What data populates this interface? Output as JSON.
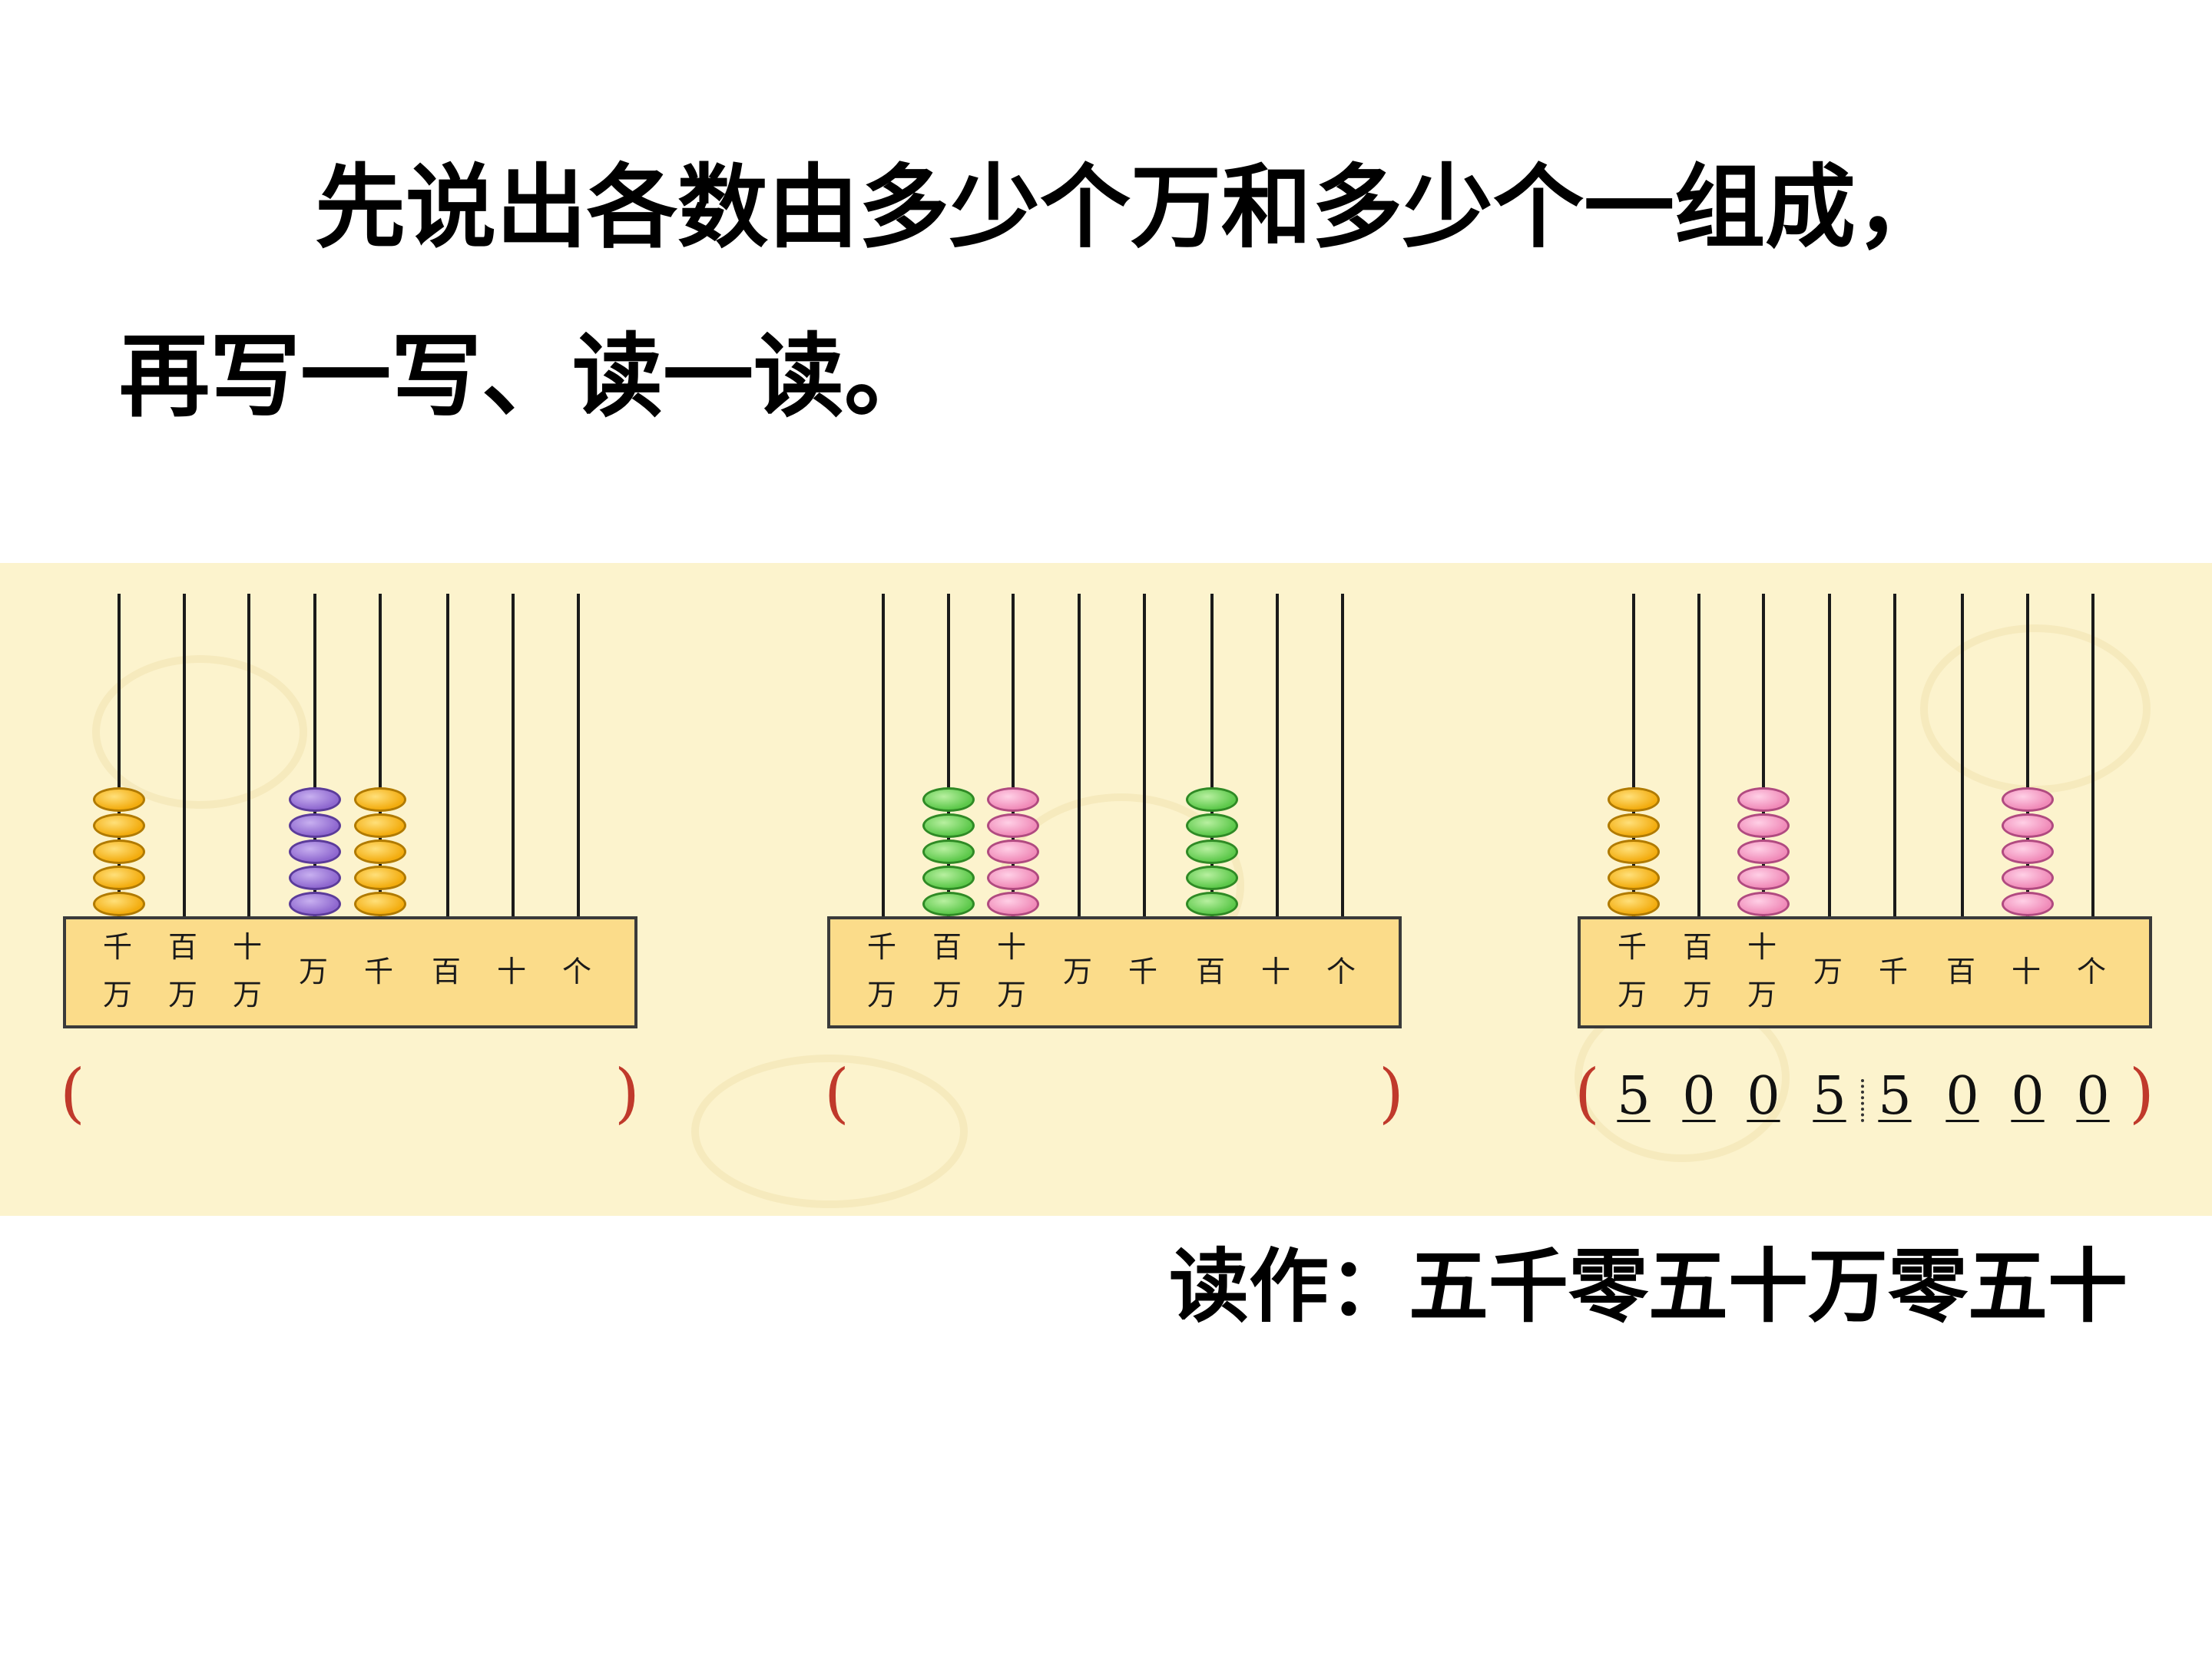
{
  "instruction": {
    "line1": "先说出各数由多少个万和多少个一组成，",
    "line2": "再写一写、读一读。"
  },
  "abaci": [
    {
      "places": [
        {
          "top": "千",
          "bottom": "万"
        },
        {
          "top": "百",
          "bottom": "万"
        },
        {
          "top": "十",
          "bottom": "万"
        },
        {
          "top": "",
          "bottom": "万"
        },
        {
          "top": "",
          "bottom": "千"
        },
        {
          "top": "",
          "bottom": "百"
        },
        {
          "top": "",
          "bottom": "十"
        },
        {
          "top": "",
          "bottom": "个"
        }
      ],
      "beads": [
        5,
        0,
        0,
        5,
        5,
        0,
        0,
        0
      ],
      "bead_colors": [
        "yellow",
        null,
        null,
        "purple",
        "yellow",
        null,
        null,
        null
      ],
      "answer": null
    },
    {
      "places": [
        {
          "top": "千",
          "bottom": "万"
        },
        {
          "top": "百",
          "bottom": "万"
        },
        {
          "top": "十",
          "bottom": "万"
        },
        {
          "top": "",
          "bottom": "万"
        },
        {
          "top": "",
          "bottom": "千"
        },
        {
          "top": "",
          "bottom": "百"
        },
        {
          "top": "",
          "bottom": "十"
        },
        {
          "top": "",
          "bottom": "个"
        }
      ],
      "beads": [
        0,
        5,
        5,
        0,
        0,
        5,
        0,
        0
      ],
      "bead_colors": [
        null,
        "green",
        "pink",
        null,
        null,
        "green",
        null,
        null
      ],
      "answer": null
    },
    {
      "places": [
        {
          "top": "千",
          "bottom": "万"
        },
        {
          "top": "百",
          "bottom": "万"
        },
        {
          "top": "十",
          "bottom": "万"
        },
        {
          "top": "",
          "bottom": "万"
        },
        {
          "top": "",
          "bottom": "千"
        },
        {
          "top": "",
          "bottom": "百"
        },
        {
          "top": "",
          "bottom": "十"
        },
        {
          "top": "",
          "bottom": "个"
        }
      ],
      "beads": [
        5,
        0,
        5,
        0,
        0,
        0,
        5,
        0
      ],
      "bead_colors": [
        "yellow",
        null,
        "pink",
        null,
        null,
        null,
        "pink",
        null
      ],
      "answer": {
        "paren_open": "(",
        "paren_close": ")",
        "high_digits": [
          "5",
          "0",
          "0",
          "5"
        ],
        "low_digits": [
          "5",
          "0",
          "0",
          "0"
        ]
      }
    }
  ],
  "parens": {
    "open": "(",
    "close": ")"
  },
  "reading": {
    "text": "读作：五千零五十万零五十"
  }
}
